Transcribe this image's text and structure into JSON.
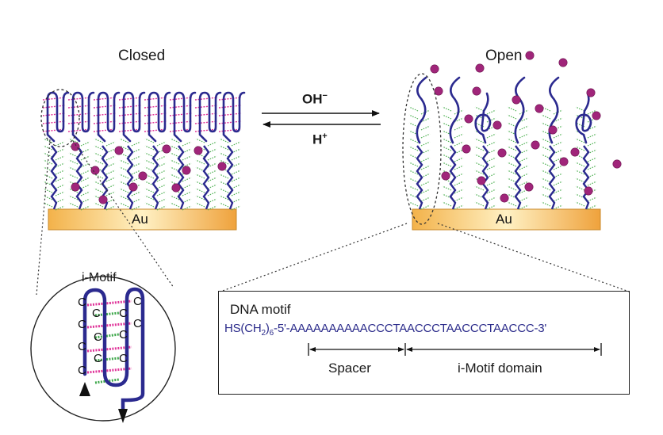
{
  "states": {
    "closed_label": "Closed",
    "open_label": "Open"
  },
  "conditions": {
    "forward_base": "OH",
    "forward_sup": "−",
    "reverse_base": "H",
    "reverse_sup": "+"
  },
  "surfaces": {
    "left_label": "Au",
    "right_label": "Au"
  },
  "inset": {
    "title": "i-Motif",
    "bases": [
      "C",
      "C",
      "C",
      "C",
      "C",
      "C",
      "C",
      "C",
      "C",
      "C",
      "C",
      "C"
    ]
  },
  "dna_box": {
    "title": "DNA motif",
    "sequence_prefix": "HS(CH",
    "sequence_sub": "2",
    "sequence_suffix_sub": "6",
    "sequence_rest": "-5'-AAAAAAAAAACCCTAACCCTAACCCTAACCC-3'",
    "spacer_label": "Spacer",
    "domain_label": "i-Motif domain"
  },
  "colors": {
    "strand": "#2b2a8f",
    "spacer_lines": "#4caf50",
    "ions": "#a0257a",
    "hbond_pink": "#e0359a",
    "hbond_green": "#3ea84b",
    "gold_light": "#fde4a0",
    "gold_dark": "#e8a23a"
  }
}
